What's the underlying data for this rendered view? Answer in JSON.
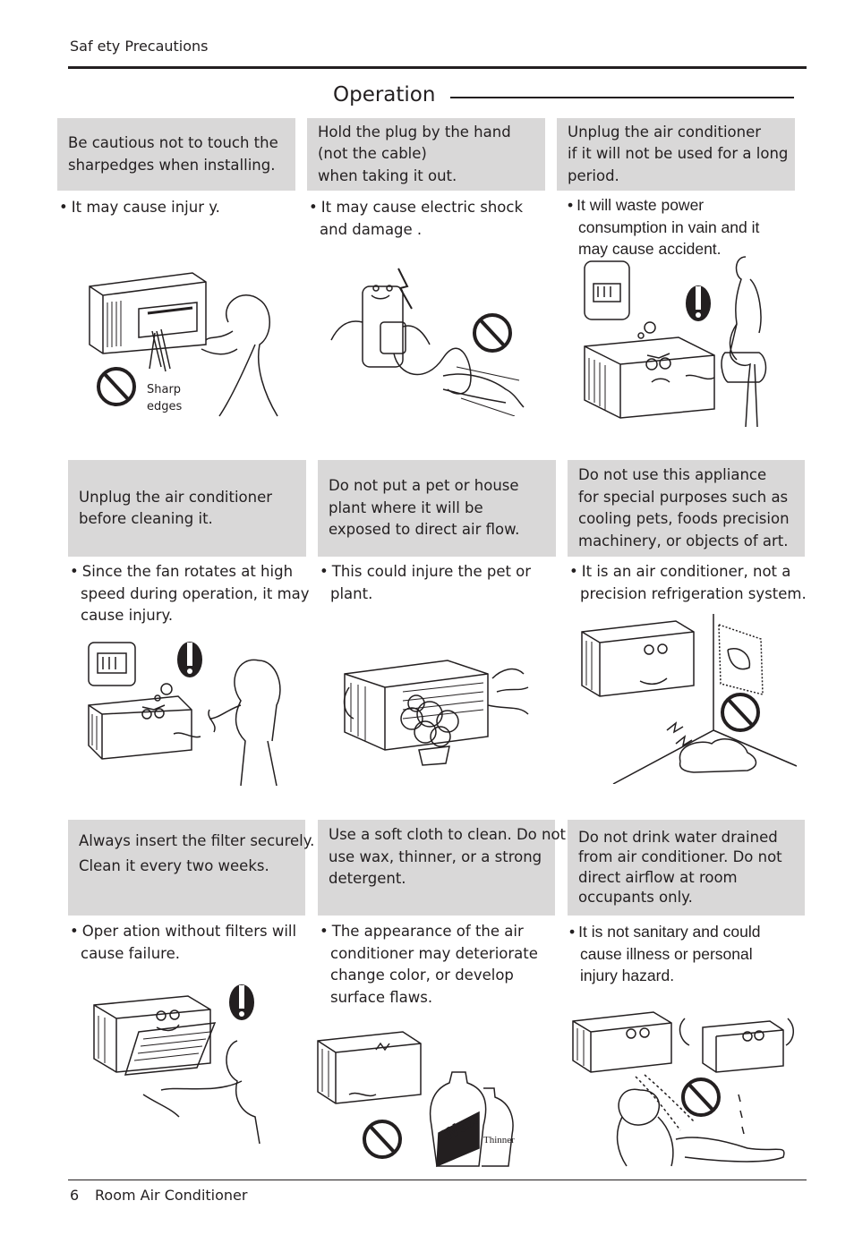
{
  "header": {
    "section": "Saf ety Precautions"
  },
  "operation_title": "Operation",
  "cells": [
    {
      "box": [
        "Be cautious not to touch the",
        "sharpedges when installing."
      ],
      "bullet": [
        "It may cause injur  y."
      ]
    },
    {
      "box": [
        "Hold the plug by the hand",
        "(not the cable)",
        "when taking it out."
      ],
      "bullet": [
        "It may cause electric shock",
        "and damage ."
      ]
    },
    {
      "box": [
        "Unplug the air conditioner",
        "if it will not be used for a long",
        "period."
      ],
      "bullet": [
        "It will waste power",
        "consumption in vain and it",
        "may cause accident."
      ]
    },
    {
      "box": [
        "Unplug the air conditioner",
        "before cleaning it."
      ],
      "bullet": [
        "Since the fan rotates at high",
        "speed during operation, it may",
        "cause injury."
      ]
    },
    {
      "box": [
        "Do not put a pet or house",
        "plant where it will be",
        "exposed to direct air flow."
      ],
      "bullet": [
        "This could injure the pet or",
        "plant."
      ]
    },
    {
      "box": [
        "Do not use this appliance",
        "for special purposes such as",
        "cooling pets, foods precision",
        "machinery, or objects of art."
      ],
      "bullet": [
        "It is an air conditioner, not a",
        "precision refrigeration system."
      ]
    },
    {
      "box": [
        "Always insert the filter securely.",
        "Clean it every two weeks."
      ],
      "bullet": [
        "Oper ation without filters  will",
        "cause failure."
      ]
    },
    {
      "box": [
        "Use a soft cloth to clean. Do not",
        "use wax, thinner, or a strong",
        "detergent."
      ],
      "bullet": [
        "The appearance of the air",
        "conditioner may deteriorate",
        "change color, or develop",
        "surface flaws."
      ]
    },
    {
      "box": [
        "Do not drink water drained",
        "from air conditioner. Do not",
        "direct airflow at room",
        "occupants only."
      ],
      "bullet": [
        "It is not sanitary and could",
        "cause illness or personal",
        "injury hazard."
      ]
    }
  ],
  "illustration_labels": {
    "sharp": "Sharp",
    "edges": "edges",
    "wax": "Wax",
    "thinner": "Thinner"
  },
  "footer": {
    "page_number": "6",
    "title": "Room Air Conditioner"
  }
}
